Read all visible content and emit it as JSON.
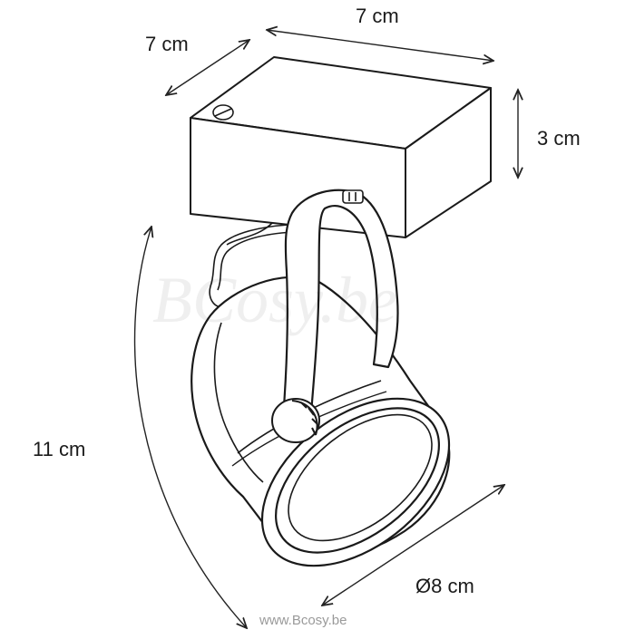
{
  "dimensions": {
    "top_width": "7 cm",
    "top_depth": "7 cm",
    "base_height": "3 cm",
    "total_height": "11 cm",
    "lamp_diameter": "Ø8 cm"
  },
  "watermark": "BCosy.be",
  "footer": "www.Bcosy.be"
}
